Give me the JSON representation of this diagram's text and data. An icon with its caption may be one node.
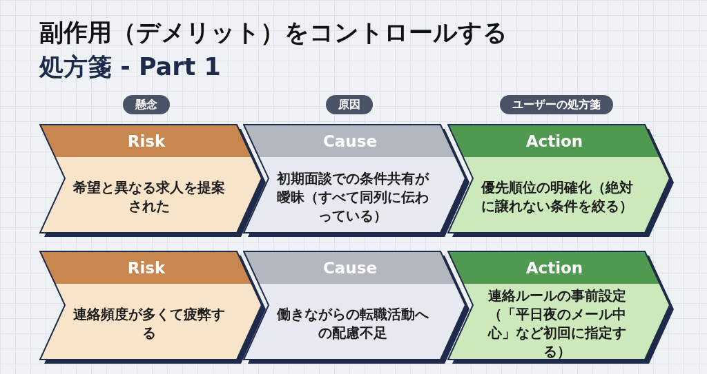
{
  "diagram": {
    "title": "副作用（デメリット）をコントロールする",
    "nodes": [
      {
        "text": [
          "Risk",
          "希望と異なる求人を提案された"
        ]
      },
      {
        "text": [
          "Cause",
          "初期面談での条件共有が曖昧（すべて同列に伝わっている）"
        ]
      },
      {
        "text": [
          "Action",
          "優先順位の明確化（絶対に譲れない条件を絞る）"
        ]
      },
      {
        "text": [
          "Risk",
          "連絡頻度が多くて疲弊する"
        ]
      },
      {
        "text": [
          "Cause",
          "働きながらの転職活動への配慮不足"
        ]
      },
      {
        "text": [
          "Action",
          "連絡ルールの事前設定（「平日夜のメール中心」など初回に指定する）"
        ]
      }
    ],
    "labels": [
      "処方箋 - Part 1",
      "懸念",
      "原因",
      "ユーザーの処方箋"
    ]
  }
}
